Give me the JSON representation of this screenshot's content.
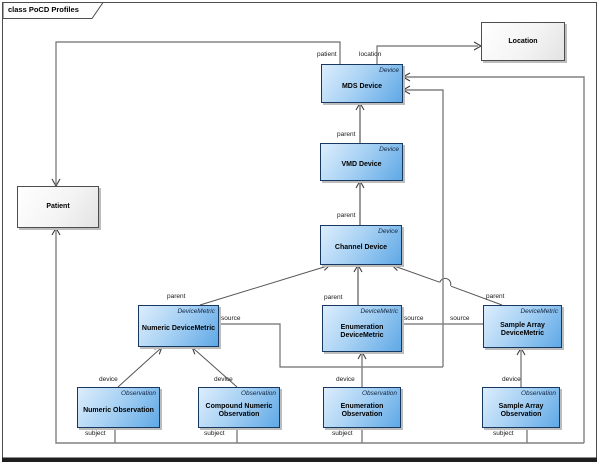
{
  "diagram": {
    "title": "class PoCD Profiles",
    "type": "uml-class-diagram"
  },
  "colors": {
    "class_fill_light": "#dcedfc",
    "class_fill_dark": "#5fa8e6",
    "class_border": "#17395f",
    "plain_fill": "#ffffff",
    "plain_border": "#4d4d4d",
    "connector_line": "#6e6e6e",
    "frame_border": "#4d4d4d",
    "shadow": "#bdbdbd"
  },
  "nodes": [
    {
      "id": "location",
      "stereotype": "",
      "name": "Location"
    },
    {
      "id": "patient",
      "stereotype": "",
      "name": "Patient"
    },
    {
      "id": "mds",
      "stereotype": "Device",
      "name": "MDS Device"
    },
    {
      "id": "vmd",
      "stereotype": "Device",
      "name": "VMD Device"
    },
    {
      "id": "channel",
      "stereotype": "Device",
      "name": "Channel Device"
    },
    {
      "id": "numeric_dm",
      "stereotype": "DeviceMetric",
      "name": "Numeric DeviceMetric"
    },
    {
      "id": "enum_dm",
      "stereotype": "DeviceMetric",
      "name": "Enumeration DeviceMetric"
    },
    {
      "id": "sample_dm",
      "stereotype": "DeviceMetric",
      "name": "Sample Array DeviceMetric"
    },
    {
      "id": "numeric_obs",
      "stereotype": "Observation",
      "name": "Numeric Observation"
    },
    {
      "id": "compound_obs",
      "stereotype": "Observation",
      "name": "Compound Numeric Observation"
    },
    {
      "id": "enum_obs",
      "stereotype": "Observation",
      "name": "Enumeration Observation"
    },
    {
      "id": "sample_obs",
      "stereotype": "Observation",
      "name": "Sample Array Observation"
    }
  ],
  "labels": {
    "patient": "patient",
    "location": "location",
    "parent": "parent",
    "source": "source",
    "device": "device",
    "subject": "subject"
  },
  "relations": [
    {
      "from": "MDS Device",
      "to": "Patient",
      "role": "patient"
    },
    {
      "from": "MDS Device",
      "to": "Location",
      "role": "location"
    },
    {
      "from": "VMD Device",
      "to": "MDS Device",
      "role": "parent"
    },
    {
      "from": "Channel Device",
      "to": "VMD Device",
      "role": "parent"
    },
    {
      "from": "Numeric DeviceMetric",
      "to": "Channel Device",
      "role": "parent"
    },
    {
      "from": "Enumeration DeviceMetric",
      "to": "Channel Device",
      "role": "parent"
    },
    {
      "from": "Sample Array DeviceMetric",
      "to": "Channel Device",
      "role": "parent"
    },
    {
      "from": "Numeric DeviceMetric",
      "to": "MDS Device",
      "role": "source"
    },
    {
      "from": "Enumeration DeviceMetric",
      "to": "MDS Device",
      "role": "source"
    },
    {
      "from": "Sample Array DeviceMetric",
      "to": "MDS Device",
      "role": "source"
    },
    {
      "from": "Numeric Observation",
      "to": "Numeric DeviceMetric",
      "role": "device"
    },
    {
      "from": "Compound Numeric Observation",
      "to": "Numeric DeviceMetric",
      "role": "device"
    },
    {
      "from": "Enumeration Observation",
      "to": "Enumeration DeviceMetric",
      "role": "device"
    },
    {
      "from": "Sample Array Observation",
      "to": "Sample Array DeviceMetric",
      "role": "device"
    },
    {
      "from": "Numeric Observation",
      "to": "Patient",
      "role": "subject"
    },
    {
      "from": "Compound Numeric Observation",
      "to": "Patient",
      "role": "subject"
    },
    {
      "from": "Enumeration Observation",
      "to": "Patient",
      "role": "subject"
    },
    {
      "from": "Sample Array Observation",
      "to": "Patient",
      "role": "subject"
    }
  ]
}
